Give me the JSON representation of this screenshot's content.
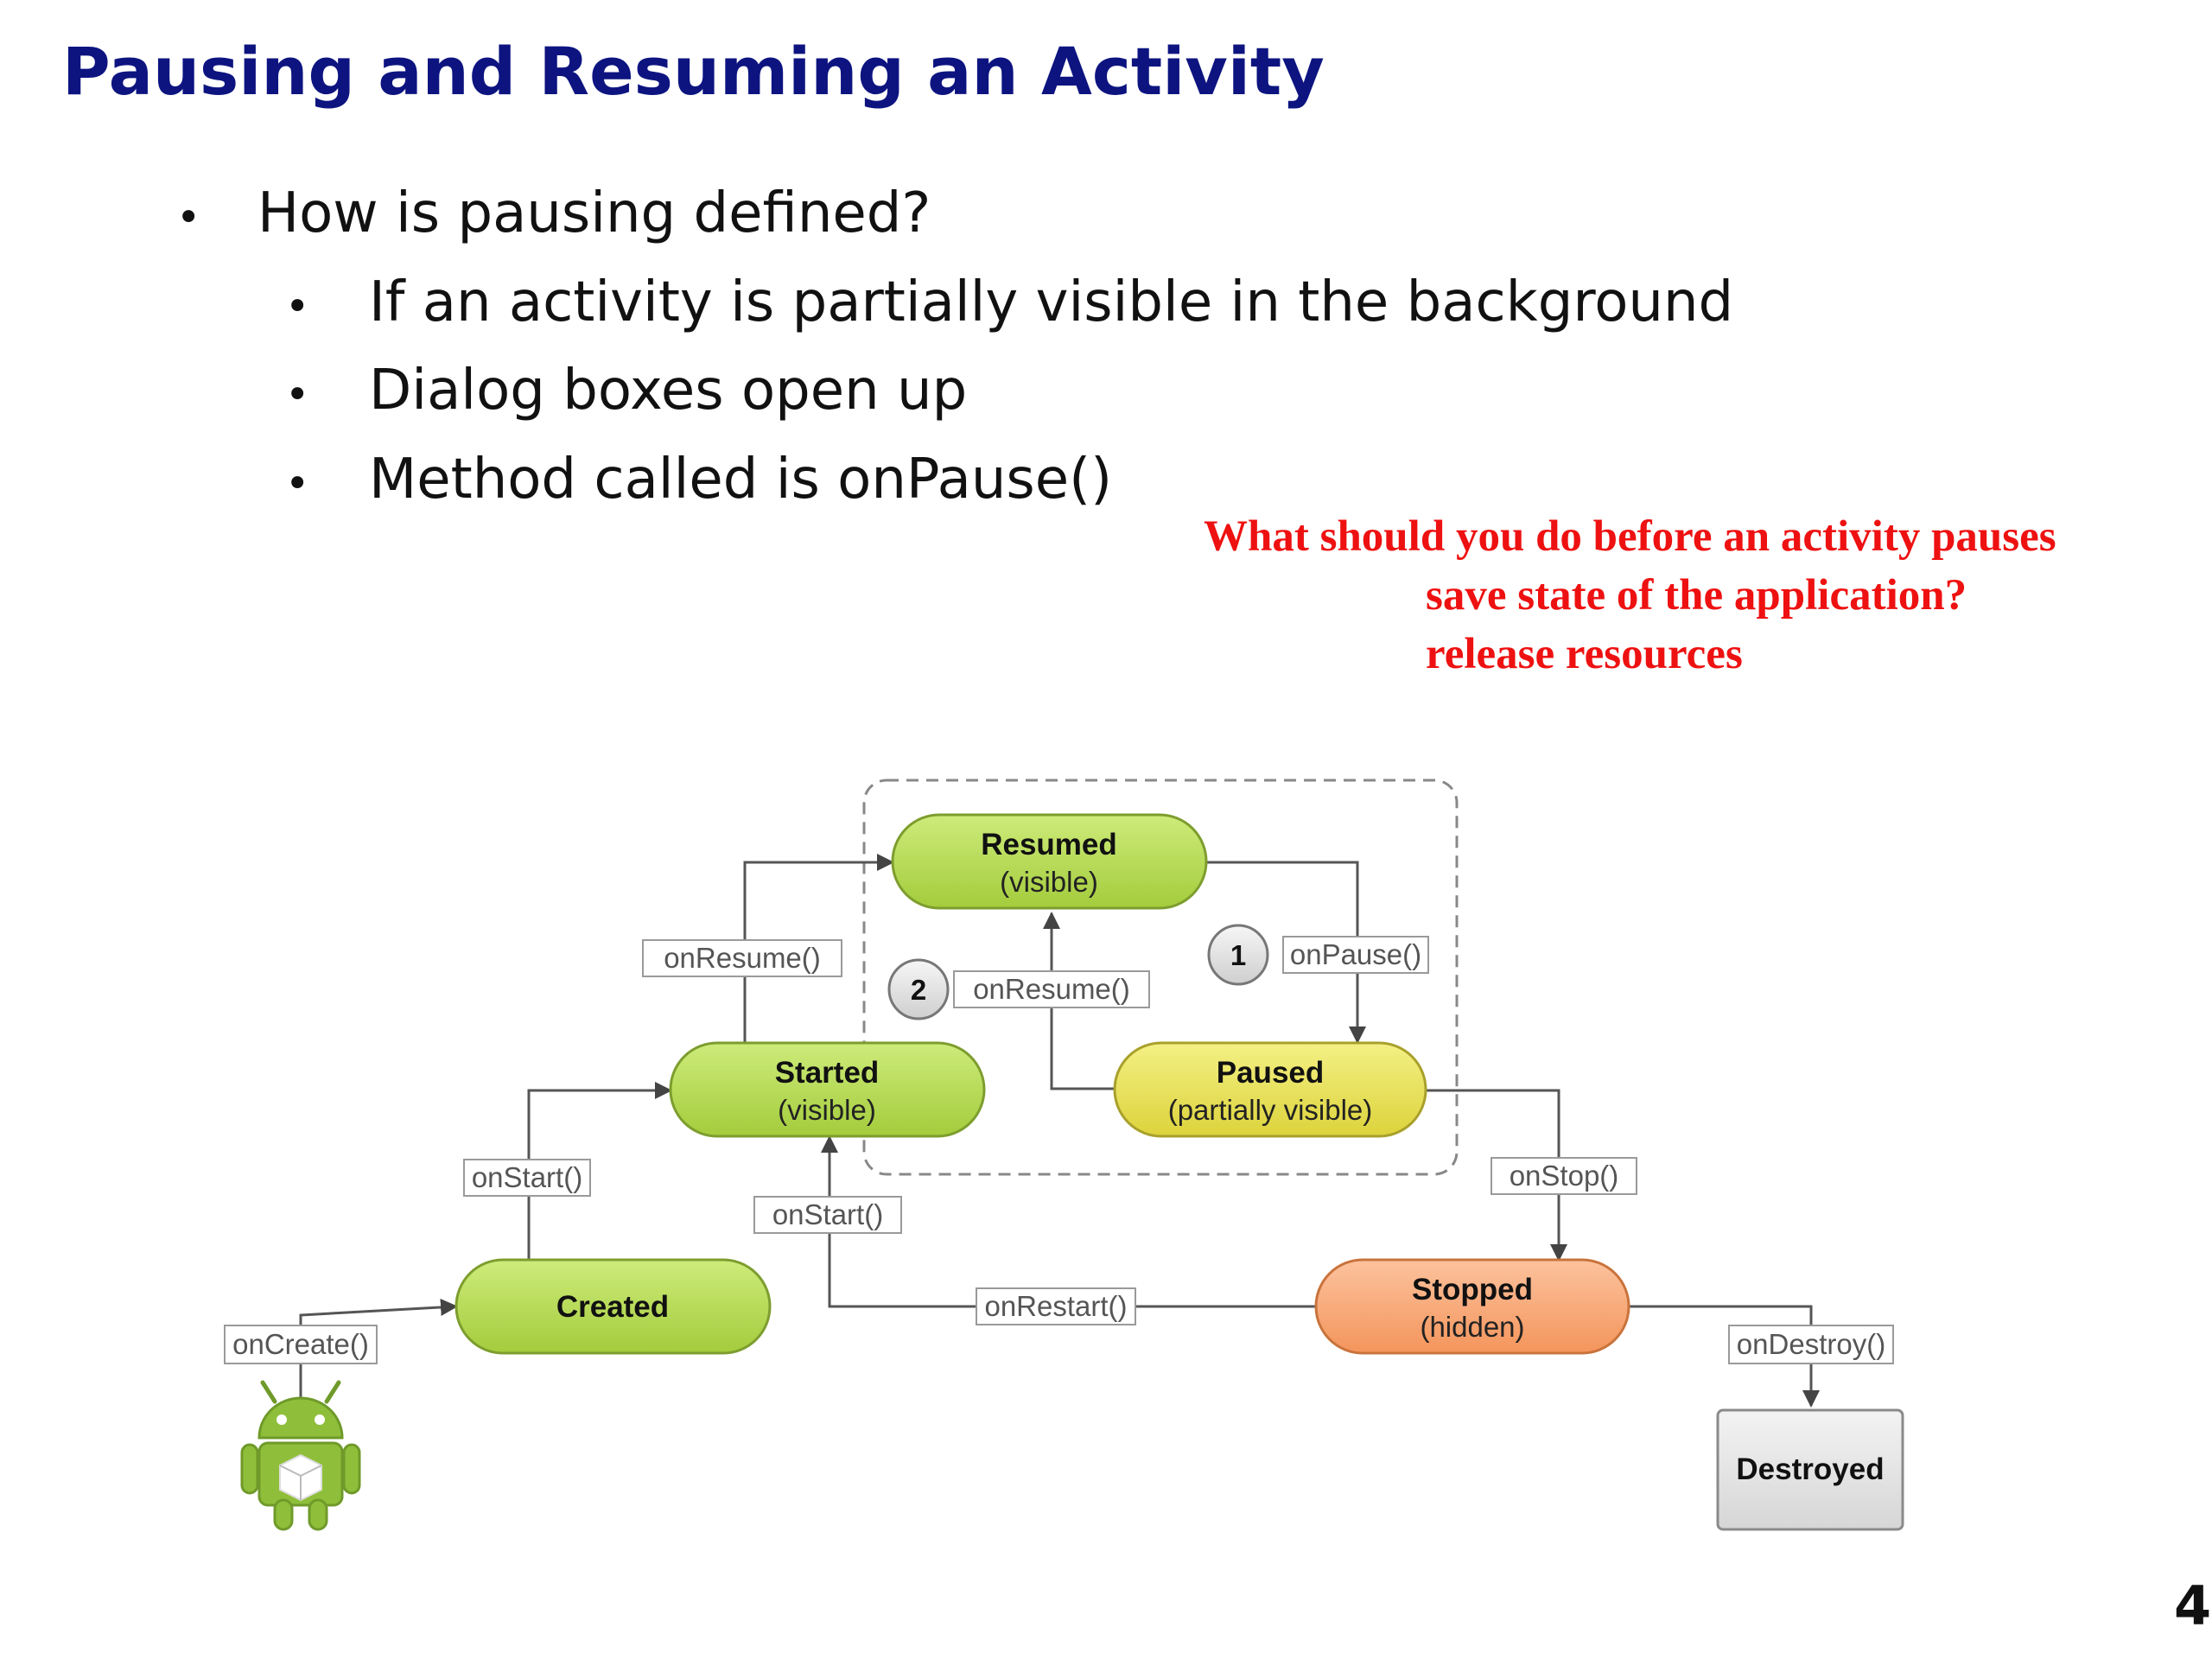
{
  "slide": {
    "title": "Pausing and Resuming an Activity",
    "page_number": "4"
  },
  "bullets": [
    {
      "level": 1,
      "text": "How is pausing defined?"
    },
    {
      "level": 2,
      "text": "If an activity is partially visible in the background"
    },
    {
      "level": 2,
      "text": "Dialog boxes open up"
    },
    {
      "level": 2,
      "text": "Method called is onPause()"
    }
  ],
  "note": {
    "color": "#ee1111",
    "lines": [
      "What should you do before an activity pauses",
      "save state of the application?",
      "release resources"
    ]
  },
  "diagram": {
    "states": {
      "resumed": {
        "name": "Resumed",
        "detail": "(visible)",
        "color": "#b5da55"
      },
      "started": {
        "name": "Started",
        "detail": "(visible)",
        "color": "#b5da55"
      },
      "paused": {
        "name": "Paused",
        "detail": "(partially visible)",
        "color": "#e8e25a"
      },
      "created": {
        "name": "Created",
        "color": "#b5da55"
      },
      "stopped": {
        "name": "Stopped",
        "detail": "(hidden)",
        "color": "#f8a877"
      },
      "destroyed": {
        "name": "Destroyed",
        "color": "#e4e4e4"
      }
    },
    "transitions": {
      "on_create": "onCreate()",
      "on_start_created": "onStart()",
      "on_resume_started": "onResume()",
      "on_pause": "onPause()",
      "on_resume_paused": "onResume()",
      "on_stop": "onStop()",
      "on_start_restart": "onStart()",
      "on_restart": "onRestart()",
      "on_destroy": "onDestroy()"
    },
    "badges": {
      "pause_step": "1",
      "resume_step": "2"
    },
    "icons": {
      "launcher": "android-robot-icon"
    }
  }
}
